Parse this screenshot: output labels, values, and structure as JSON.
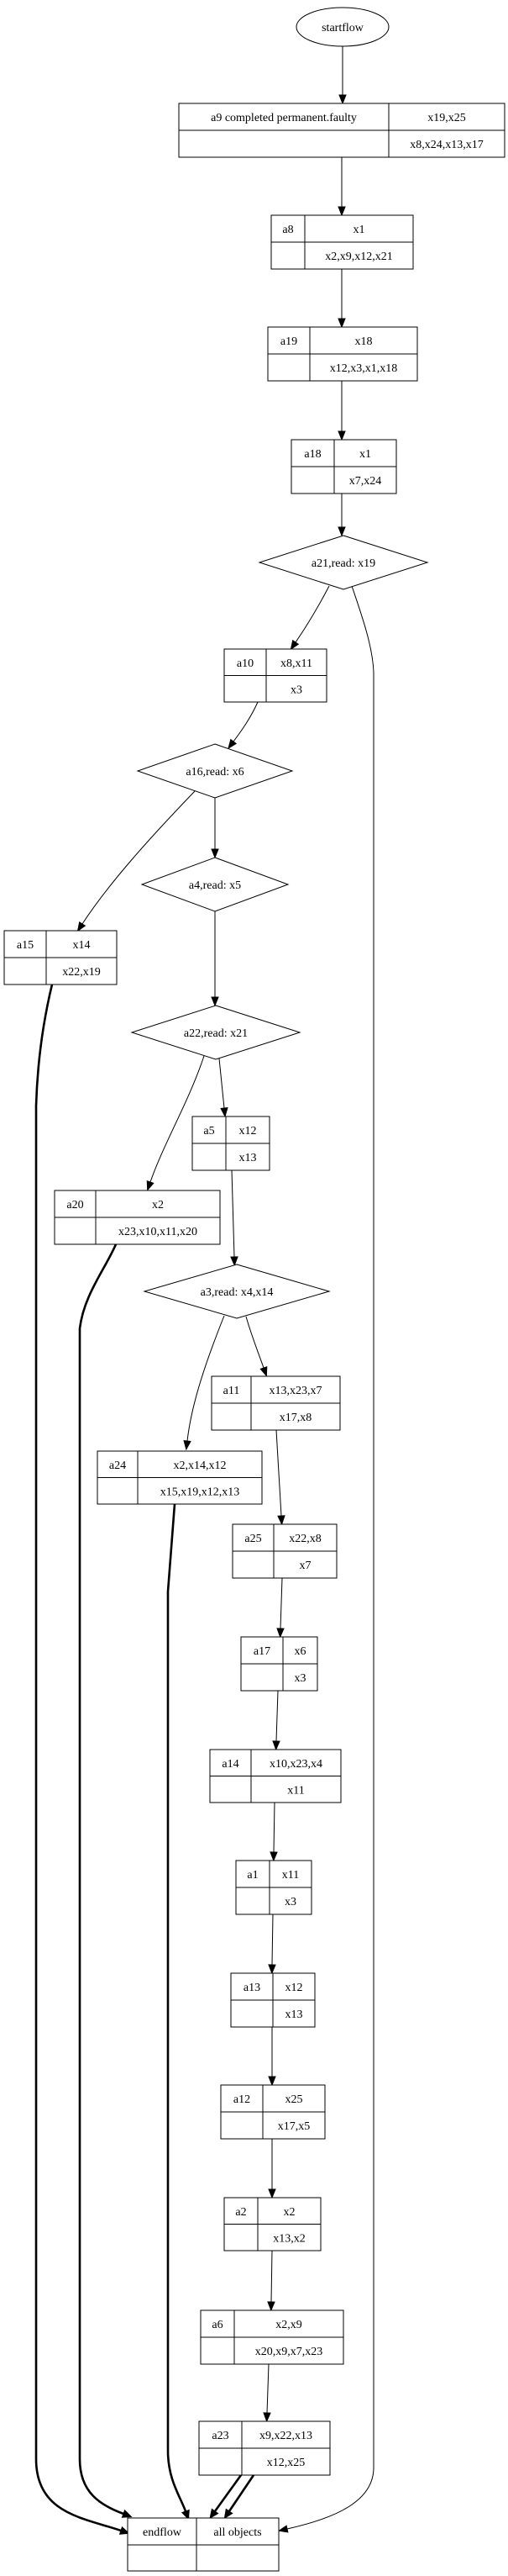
{
  "diagram": {
    "type": "process-flow",
    "start": {
      "id": "startflow",
      "label": "startflow"
    },
    "end": {
      "id": "endflow",
      "label": "endflow",
      "objects_label": "all objects",
      "bottom_left": "",
      "bottom_right": ""
    },
    "activities": [
      {
        "id": "a9",
        "label": "a9 completed permanent.faulty",
        "top": "x19,x25",
        "bottom": "x8,x24,x13,x17"
      },
      {
        "id": "a8",
        "label": "a8",
        "top": "x1",
        "bottom": "x2,x9,x12,x21"
      },
      {
        "id": "a19",
        "label": "a19",
        "top": "x18",
        "bottom": "x12,x3,x1,x18"
      },
      {
        "id": "a18",
        "label": "a18",
        "top": "x1",
        "bottom": "x7,x24"
      },
      {
        "id": "a10",
        "label": "a10",
        "top": "x8,x11",
        "bottom": "x3"
      },
      {
        "id": "a15",
        "label": "a15",
        "top": "x14",
        "bottom": "x22,x19"
      },
      {
        "id": "a5",
        "label": "a5",
        "top": "x12",
        "bottom": "x13"
      },
      {
        "id": "a20",
        "label": "a20",
        "top": "x2",
        "bottom": "x23,x10,x11,x20"
      },
      {
        "id": "a11",
        "label": "a11",
        "top": "x13,x23,x7",
        "bottom": "x17,x8"
      },
      {
        "id": "a24",
        "label": "a24",
        "top": "x2,x14,x12",
        "bottom": "x15,x19,x12,x13"
      },
      {
        "id": "a25",
        "label": "a25",
        "top": "x22,x8",
        "bottom": "x7"
      },
      {
        "id": "a17",
        "label": "a17",
        "top": "x6",
        "bottom": "x3"
      },
      {
        "id": "a14",
        "label": "a14",
        "top": "x10,x23,x4",
        "bottom": "x11"
      },
      {
        "id": "a1",
        "label": "a1",
        "top": "x11",
        "bottom": "x3"
      },
      {
        "id": "a13",
        "label": "a13",
        "top": "x12",
        "bottom": "x13"
      },
      {
        "id": "a12",
        "label": "a12",
        "top": "x25",
        "bottom": "x17,x5"
      },
      {
        "id": "a2",
        "label": "a2",
        "top": "x2",
        "bottom": "x13,x2"
      },
      {
        "id": "a6",
        "label": "a6",
        "top": "x2,x9",
        "bottom": "x20,x9,x7,x23"
      },
      {
        "id": "a23",
        "label": "a23",
        "top": "x9,x22,x13",
        "bottom": "x12,x25"
      }
    ],
    "decisions": [
      {
        "id": "a21",
        "label": "a21,read: x19"
      },
      {
        "id": "a16",
        "label": "a16,read: x6"
      },
      {
        "id": "a4",
        "label": "a4,read: x5"
      },
      {
        "id": "a22",
        "label": "a22,read: x21"
      },
      {
        "id": "a3",
        "label": "a3,read: x4,x14"
      }
    ],
    "edges": [
      {
        "from": "startflow",
        "to": "a9",
        "style": "normal"
      },
      {
        "from": "a9",
        "to": "a8",
        "style": "normal"
      },
      {
        "from": "a8",
        "to": "a19",
        "style": "normal"
      },
      {
        "from": "a19",
        "to": "a18",
        "style": "normal"
      },
      {
        "from": "a18",
        "to": "a21",
        "style": "normal"
      },
      {
        "from": "a21",
        "to": "a10",
        "style": "normal"
      },
      {
        "from": "a21",
        "to": "endflow",
        "style": "normal"
      },
      {
        "from": "a10",
        "to": "a16",
        "style": "normal"
      },
      {
        "from": "a16",
        "to": "a15",
        "style": "normal"
      },
      {
        "from": "a16",
        "to": "a4",
        "style": "normal"
      },
      {
        "from": "a15",
        "to": "endflow",
        "style": "bold"
      },
      {
        "from": "a4",
        "to": "a22",
        "style": "normal"
      },
      {
        "from": "a22",
        "to": "a20",
        "style": "normal"
      },
      {
        "from": "a22",
        "to": "a5",
        "style": "normal"
      },
      {
        "from": "a20",
        "to": "endflow",
        "style": "bold"
      },
      {
        "from": "a5",
        "to": "a3",
        "style": "normal"
      },
      {
        "from": "a3",
        "to": "a24",
        "style": "normal"
      },
      {
        "from": "a3",
        "to": "a11",
        "style": "normal"
      },
      {
        "from": "a24",
        "to": "endflow",
        "style": "bold"
      },
      {
        "from": "a11",
        "to": "a25",
        "style": "normal"
      },
      {
        "from": "a25",
        "to": "a17",
        "style": "normal"
      },
      {
        "from": "a17",
        "to": "a14",
        "style": "normal"
      },
      {
        "from": "a14",
        "to": "a1",
        "style": "normal"
      },
      {
        "from": "a1",
        "to": "a13",
        "style": "normal"
      },
      {
        "from": "a13",
        "to": "a12",
        "style": "normal"
      },
      {
        "from": "a12",
        "to": "a2",
        "style": "normal"
      },
      {
        "from": "a2",
        "to": "a6",
        "style": "normal"
      },
      {
        "from": "a6",
        "to": "a23",
        "style": "normal"
      },
      {
        "from": "a23",
        "to": "endflow",
        "style": "bold"
      },
      {
        "from": "a23",
        "to": "endflow",
        "style": "bold"
      }
    ]
  }
}
